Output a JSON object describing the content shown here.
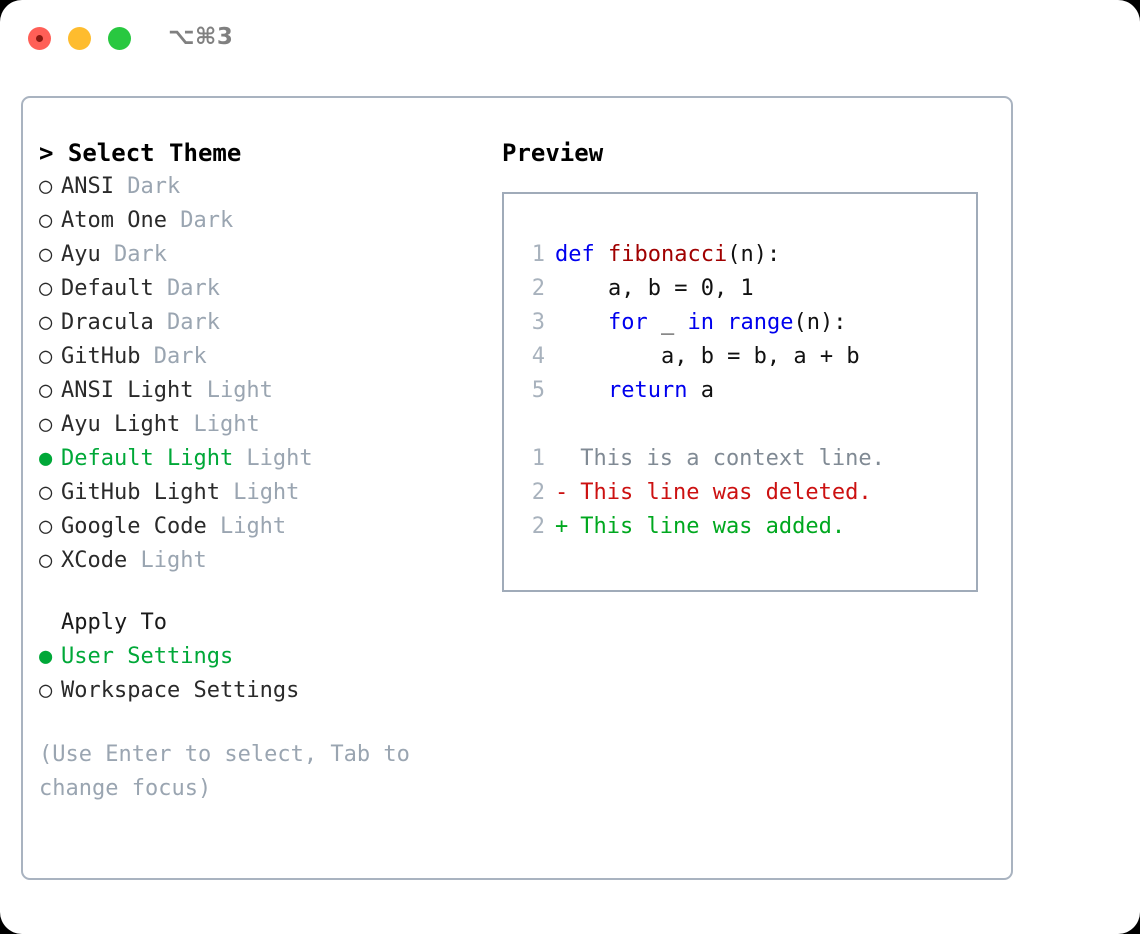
{
  "window": {
    "shortcut": "⌥⌘3",
    "traffic_lights": [
      "close",
      "minimize",
      "maximize"
    ],
    "accent_green": "#00a838",
    "muted_gray": "#9aa5b1",
    "border_color": "#a9b3c0"
  },
  "theme_panel": {
    "header": "> Select Theme",
    "options": [
      {
        "marker": "○",
        "label": "ANSI",
        "kind": "Dark",
        "selected": false
      },
      {
        "marker": "○",
        "label": "Atom One",
        "kind": "Dark",
        "selected": false
      },
      {
        "marker": "○",
        "label": "Ayu",
        "kind": "Dark",
        "selected": false
      },
      {
        "marker": "○",
        "label": "Default",
        "kind": "Dark",
        "selected": false
      },
      {
        "marker": "○",
        "label": "Dracula",
        "kind": "Dark",
        "selected": false
      },
      {
        "marker": "○",
        "label": "GitHub",
        "kind": "Dark",
        "selected": false
      },
      {
        "marker": "○",
        "label": "ANSI Light",
        "kind": "Light",
        "selected": false
      },
      {
        "marker": "○",
        "label": "Ayu Light",
        "kind": "Light",
        "selected": false
      },
      {
        "marker": "●",
        "label": "Default Light",
        "kind": "Light",
        "selected": true
      },
      {
        "marker": "○",
        "label": "GitHub Light",
        "kind": "Light",
        "selected": false
      },
      {
        "marker": "○",
        "label": "Google Code",
        "kind": "Light",
        "selected": false
      },
      {
        "marker": "○",
        "label": "XCode",
        "kind": "Light",
        "selected": false
      }
    ]
  },
  "apply_to": {
    "title": "Apply To",
    "options": [
      {
        "marker": "●",
        "label": "User Settings",
        "selected": true
      },
      {
        "marker": "○",
        "label": "Workspace Settings",
        "selected": false
      }
    ]
  },
  "hint": "(Use Enter to select, Tab to change focus)",
  "preview": {
    "title": "Preview",
    "code_lines": [
      {
        "num": "1",
        "tokens": [
          {
            "t": "def ",
            "c": "kw"
          },
          {
            "t": "fibonacci",
            "c": "fn"
          },
          {
            "t": "(n):",
            "c": "pl"
          }
        ]
      },
      {
        "num": "2",
        "tokens": [
          {
            "t": "    a, b = 0, 1",
            "c": "pl"
          }
        ]
      },
      {
        "num": "3",
        "tokens": [
          {
            "t": "    ",
            "c": "pl"
          },
          {
            "t": "for",
            "c": "kw"
          },
          {
            "t": " _ ",
            "c": "pl"
          },
          {
            "t": "in",
            "c": "kw"
          },
          {
            "t": " ",
            "c": "pl"
          },
          {
            "t": "range",
            "c": "kw"
          },
          {
            "t": "(n):",
            "c": "pl"
          }
        ]
      },
      {
        "num": "4",
        "tokens": [
          {
            "t": "        a, b = b, a + b",
            "c": "pl"
          }
        ]
      },
      {
        "num": "5",
        "tokens": [
          {
            "t": "    ",
            "c": "pl"
          },
          {
            "t": "return",
            "c": "kw"
          },
          {
            "t": " a",
            "c": "pl"
          }
        ]
      }
    ],
    "diff_lines": [
      {
        "num": "1",
        "sign": " ",
        "text": " This is a context line.",
        "kind": "ctx"
      },
      {
        "num": "2",
        "sign": "-",
        "text": " This line was deleted.",
        "kind": "del"
      },
      {
        "num": "2",
        "sign": "+",
        "text": " This line was added.",
        "kind": "add"
      }
    ]
  }
}
